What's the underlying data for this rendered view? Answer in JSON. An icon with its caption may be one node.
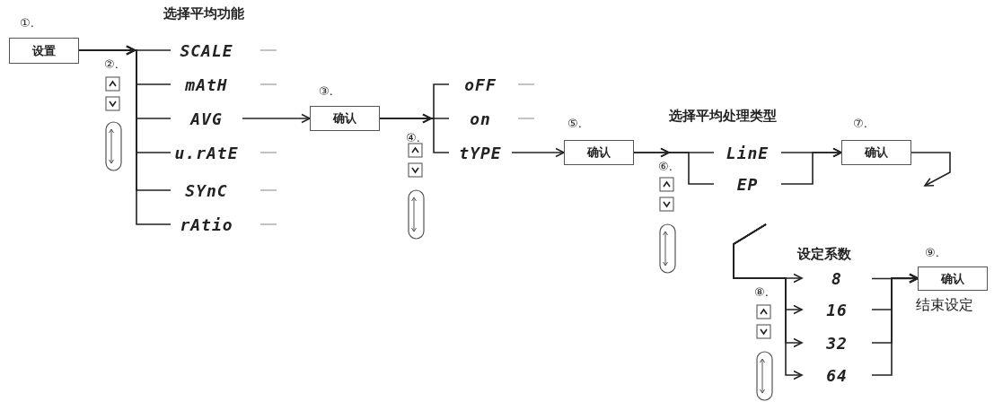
{
  "diagram": {
    "nodes": [
      {
        "text": [
          "设置"
        ],
        "beside": [
          "①."
        ]
      },
      {
        "text": [
          "SCALE"
        ]
      },
      {
        "text": [
          "mAtH"
        ]
      },
      {
        "text": [
          "AVG"
        ]
      },
      {
        "text": [
          "u.rAtE"
        ]
      },
      {
        "text": [
          "SYnC"
        ]
      },
      {
        "text": [
          "rAtio"
        ]
      },
      {
        "text": [
          "确认"
        ],
        "beside": [
          "③."
        ]
      },
      {
        "text": [
          "oFF"
        ]
      },
      {
        "text": [
          "on"
        ]
      },
      {
        "text": [
          "tYPE"
        ]
      },
      {
        "text": [
          "确认"
        ],
        "beside": [
          "⑤."
        ]
      },
      {
        "text": [
          "LinE"
        ]
      },
      {
        "text": [
          "EP"
        ]
      },
      {
        "text": [
          "确认"
        ],
        "beside": [
          "⑦."
        ]
      },
      {
        "text": [
          "8"
        ]
      },
      {
        "text": [
          "16"
        ]
      },
      {
        "text": [
          "32"
        ]
      },
      {
        "text": [
          "64"
        ]
      },
      {
        "text": [
          "确认"
        ],
        "beside": [
          "⑨.",
          "结束设定"
        ]
      }
    ],
    "edges": [
      {
        "from": 0,
        "to": 1,
        "arrow": "to"
      },
      {
        "from": 0,
        "to": 2,
        "arrow": "to"
      },
      {
        "from": 0,
        "to": 3,
        "arrow": "to"
      },
      {
        "from": 0,
        "to": 4,
        "arrow": "to"
      },
      {
        "from": 0,
        "to": 5,
        "arrow": "to"
      },
      {
        "from": 0,
        "to": 6,
        "arrow": "to"
      },
      {
        "from": 3,
        "to": 7,
        "arrow": "to"
      },
      {
        "from": 7,
        "to": 8,
        "arrow": "to"
      },
      {
        "from": 7,
        "to": 9,
        "arrow": "to"
      },
      {
        "from": 7,
        "to": 10,
        "arrow": "to"
      },
      {
        "from": 10,
        "to": 11,
        "arrow": "to"
      },
      {
        "from": 11,
        "to": 12,
        "arrow": "to"
      },
      {
        "from": 11,
        "to": 13,
        "arrow": "to"
      },
      {
        "from": 12,
        "to": 14,
        "arrow": "to"
      },
      {
        "from": 13,
        "to": 14,
        "arrow": "to"
      },
      {
        "from": 14,
        "to": null,
        "arrow": "to"
      },
      {
        "from": null,
        "to": 15,
        "arrow": "to"
      },
      {
        "from": null,
        "to": 16,
        "arrow": "to"
      },
      {
        "from": null,
        "to": 17,
        "arrow": "to"
      },
      {
        "from": null,
        "to": 18,
        "arrow": "to"
      },
      {
        "from": 15,
        "to": 19,
        "arrow": "to"
      },
      {
        "from": 16,
        "to": 19,
        "arrow": "to"
      },
      {
        "from": 17,
        "to": 19,
        "arrow": "to"
      },
      {
        "from": 18,
        "to": 19,
        "arrow": "to"
      }
    ],
    "labels": [
      "选择平均功能",
      "②.",
      "④.",
      "选择平均处理类型",
      "⑥.",
      "设定系数",
      "⑧."
    ]
  }
}
